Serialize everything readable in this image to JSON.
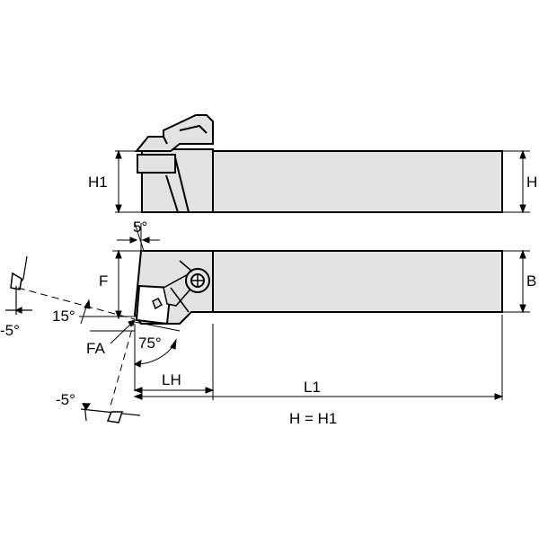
{
  "labels": {
    "h1_side": "H1",
    "h_right": "H",
    "b_right": "B",
    "f": "F",
    "five_deg": "5°",
    "fifteen_deg": "15°",
    "neg5_left": "-5°",
    "fa": "FA",
    "seventy_five_deg": "75°",
    "lh": "LH",
    "l1": "L1",
    "neg5_bottom": "-5°",
    "h_eq_h1": "H = H1"
  },
  "colors": {
    "body_fill": "#e3e3e3",
    "line": "#000000"
  }
}
